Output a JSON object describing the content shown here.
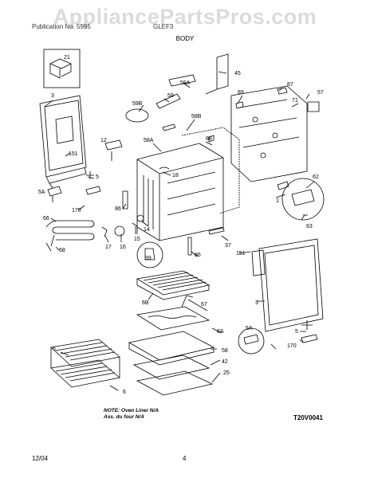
{
  "header": {
    "watermark": "AppliancePartsPros.com",
    "left_text": "Publication No. 5995",
    "right_text": "GLEF3",
    "section_title": "BODY"
  },
  "callouts": [
    "21",
    "3",
    "151",
    "5",
    "5A",
    "170",
    "66",
    "68",
    "59A",
    "59",
    "59B",
    "12",
    "58B",
    "58A",
    "88",
    "89",
    "87",
    "71",
    "57",
    "45",
    "18",
    "86",
    "17",
    "16",
    "15",
    "14",
    "62",
    "63",
    "1",
    "39",
    "37",
    "86",
    "151",
    "3",
    "6B",
    "67",
    "8A",
    "5A",
    "5",
    "170",
    "6",
    "58",
    "42",
    "25",
    "6"
  ],
  "note": {
    "line1": "NOTE: Oven Liner N/A",
    "line2": "Ass. du four N/A"
  },
  "diagram_code": "T20V0041",
  "footer": {
    "date": "12/04",
    "page": "4"
  }
}
